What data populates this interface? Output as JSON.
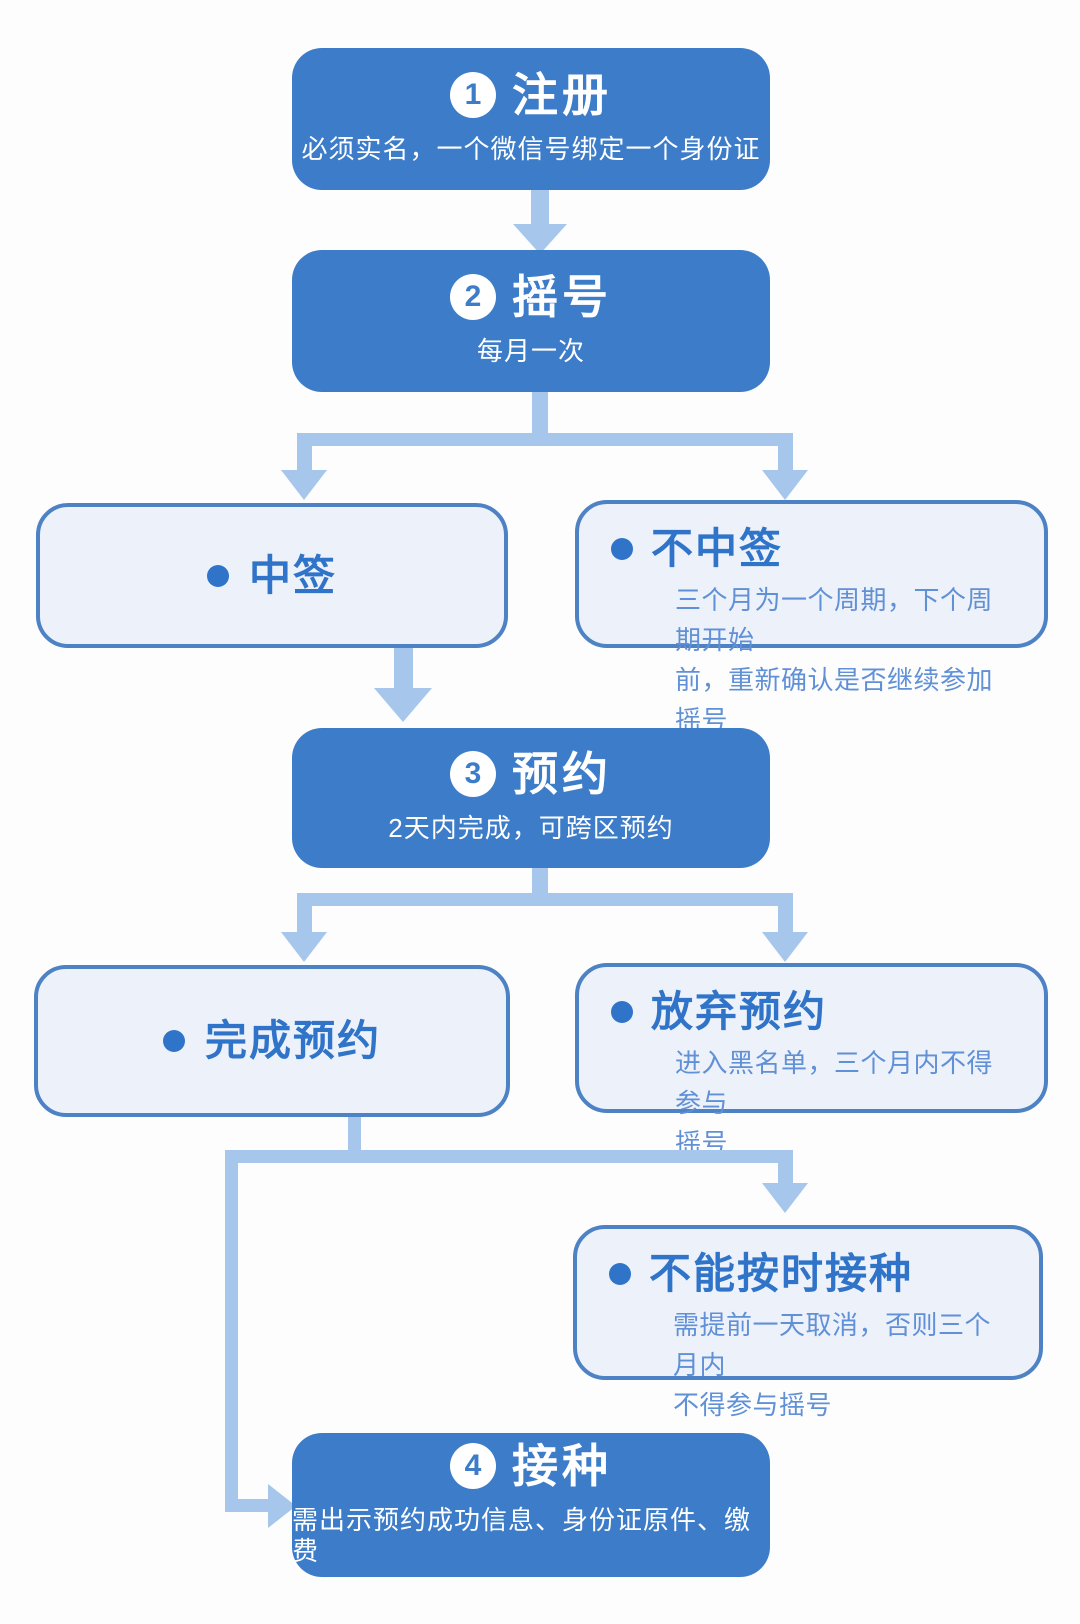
{
  "flowchart": {
    "colors": {
      "step_box_blue": "#3c7cc9",
      "connector_blue": "#a6c6ec",
      "outcome_fill": "#edf1fa",
      "outcome_border": "#4d82c4",
      "heading_text_blue": "#2f74c8",
      "body_text_blue": "#6090d6",
      "page_background": "#fdfdfe"
    },
    "steps": {
      "register": {
        "number": "1",
        "title": "注册",
        "subtitle": "必须实名，一个微信号绑定一个身份证"
      },
      "lottery": {
        "number": "2",
        "title": "摇号",
        "subtitle": "每月一次"
      },
      "reserve": {
        "number": "3",
        "title": "预约",
        "subtitle": "2天内完成，可跨区预约"
      },
      "vaccinate": {
        "number": "4",
        "title": "接种",
        "subtitle": "需出示预约成功信息、身份证原件、缴费"
      }
    },
    "outcomes": {
      "win": {
        "title": "中签",
        "body": ""
      },
      "lose": {
        "title": "不中签",
        "body": "三个月为一个周期，下个周期开始\n前，重新确认是否继续参加摇号"
      },
      "complete": {
        "title": "完成预约",
        "body": ""
      },
      "abandon": {
        "title": "放弃预约",
        "body": "进入黑名单，三个月内不得参与\n摇号"
      },
      "miss": {
        "title": "不能按时接种",
        "body": "需提前一天取消，否则三个月内\n不得参与摇号"
      }
    }
  }
}
